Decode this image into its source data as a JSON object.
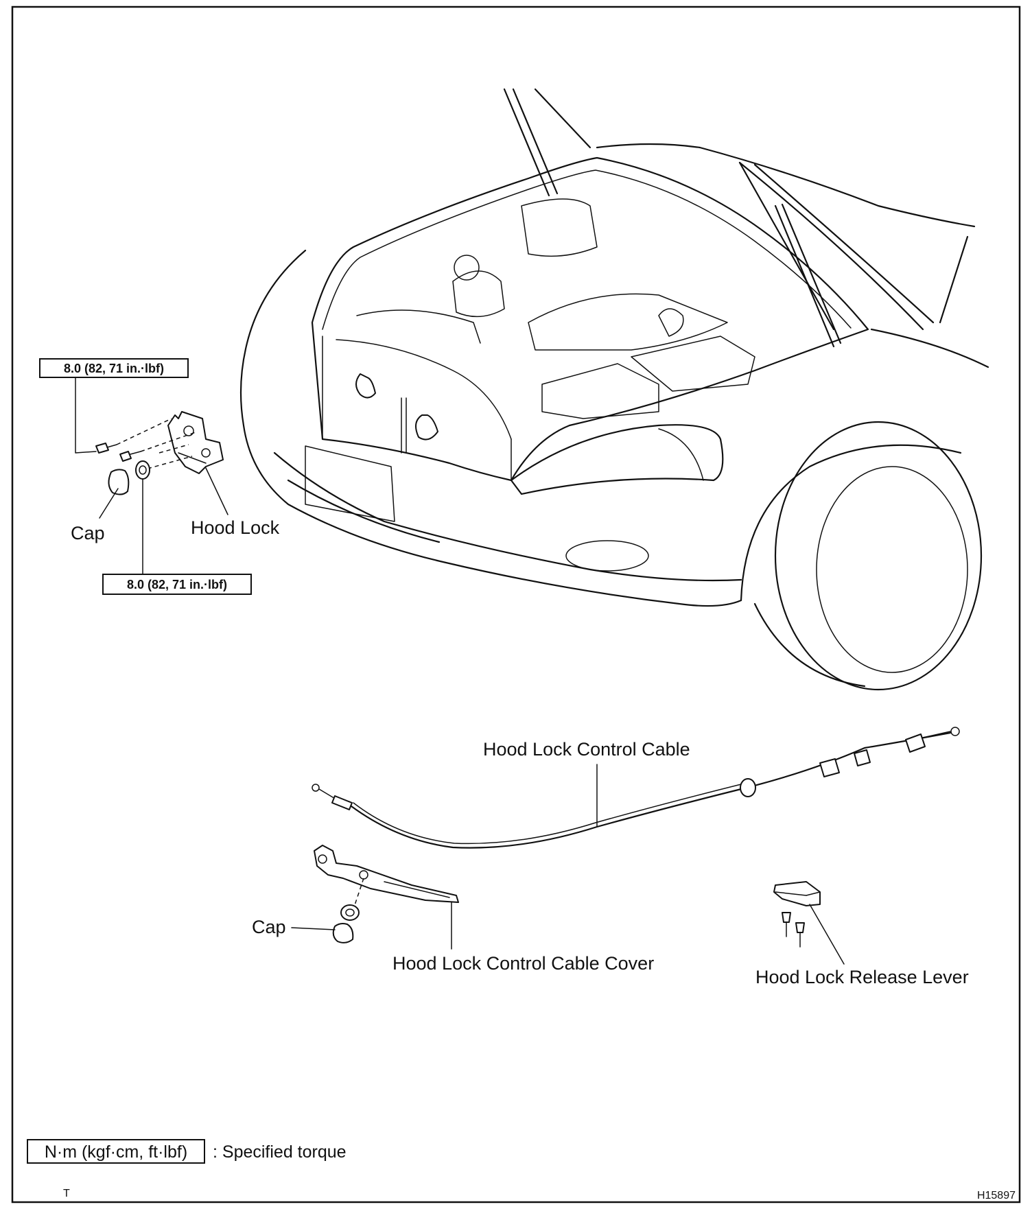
{
  "labels": {
    "torque_top": "8.0 (82, 71 in.·lbf)",
    "torque_bottom": "8.0 (82, 71 in.·lbf)",
    "cap_upper": "Cap",
    "hood_lock": "Hood Lock",
    "control_cable": "Hood Lock Control Cable",
    "cap_lower": "Cap",
    "cable_cover": "Hood Lock Control Cable Cover",
    "release_lever": "Hood Lock Release Lever"
  },
  "legend": {
    "unit_box": "N·m (kgf·cm, ft·lbf)",
    "meaning": ": Specified torque"
  },
  "footer": {
    "left_mark": "T",
    "figure_id": "H15897"
  }
}
